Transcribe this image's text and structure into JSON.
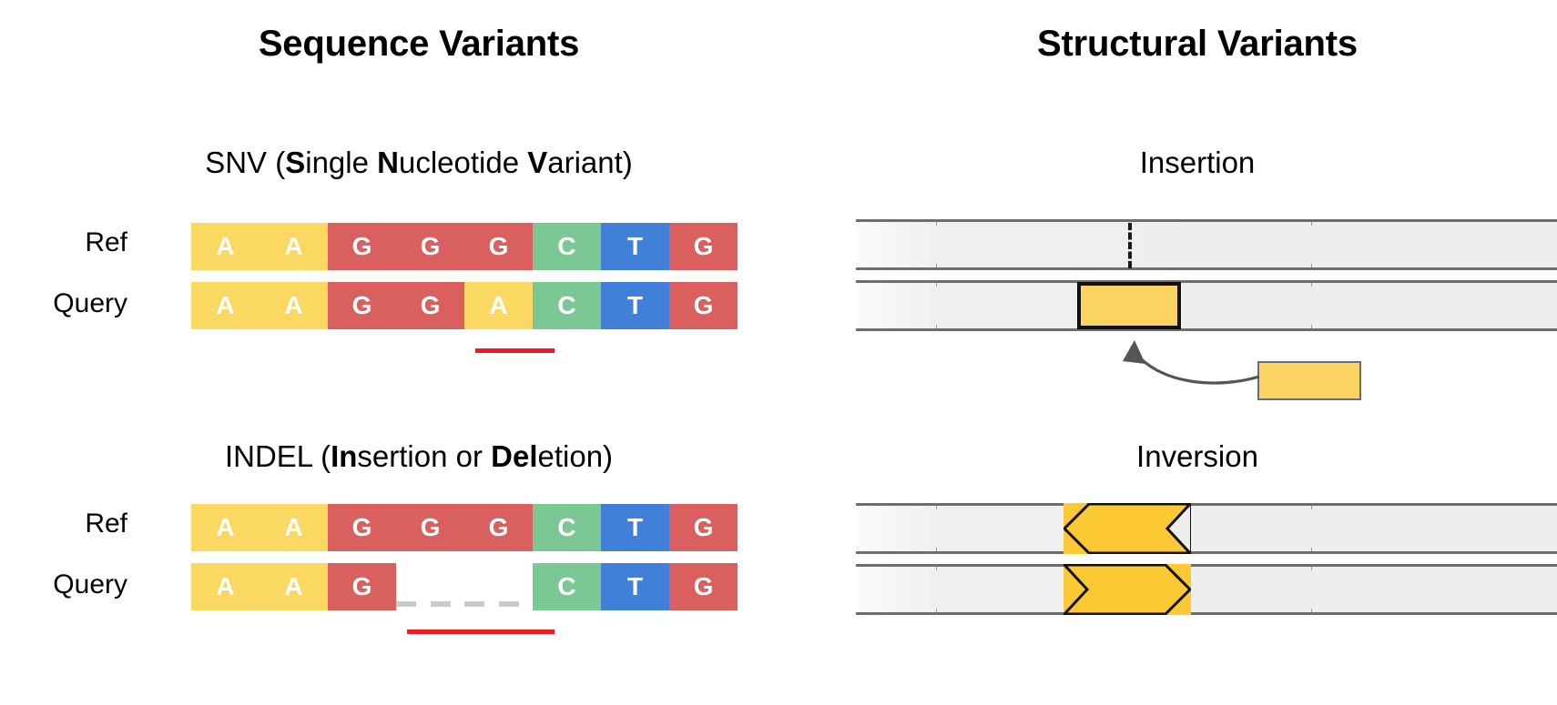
{
  "headings": {
    "sequence_variants": "Sequence Variants",
    "structural_variants": "Structural Variants"
  },
  "panels": {
    "snv": {
      "title_plain_1": "SNV (",
      "title_bold_s": "S",
      "title_plain_2": "ingle ",
      "title_bold_n": "N",
      "title_plain_3": "ucleotide ",
      "title_bold_v": "V",
      "title_plain_4": "ariant)",
      "ref_label": "Ref",
      "query_label": "Query",
      "ref_bases": [
        "A",
        "A",
        "G",
        "G",
        "G",
        "C",
        "T",
        "G"
      ],
      "query_bases": [
        "A",
        "A",
        "G",
        "G",
        "A",
        "C",
        "T",
        "G"
      ],
      "variant_index": 4,
      "underline_color": "#ee1b22"
    },
    "indel": {
      "title_plain_1": "INDEL (",
      "title_bold_in": "In",
      "title_plain_2": "sertion or ",
      "title_bold_del": "Del",
      "title_plain_3": "etion)",
      "ref_label": "Ref",
      "query_label": "Query",
      "ref_bases": [
        "A",
        "A",
        "G",
        "G",
        "G",
        "C",
        "T",
        "G"
      ],
      "query_bases": [
        "A",
        "A",
        "G",
        "-",
        "-",
        "C",
        "T",
        "G"
      ],
      "deleted_indices": [
        3,
        4
      ],
      "underline_color": "#ee1b22"
    },
    "insertion": {
      "title": "Insertion",
      "ref_track_label": "reference track",
      "query_track_label": "query track",
      "inserted_block_label": "inserted segment",
      "donor_block_label": "donor segment"
    },
    "inversion": {
      "title": "Inversion",
      "ref_track_label": "reference track",
      "query_track_label": "query track",
      "ref_arrow_direction": "left",
      "query_arrow_direction": "right"
    }
  },
  "colors": {
    "base_A": "#FBD862",
    "base_G": "#D9605E",
    "base_C": "#7CC894",
    "base_T": "#4080D8",
    "variant_marker": "#ee1b22",
    "gap_dash": "#c9c9c9",
    "track_border": "#6d6d6d",
    "track_fill": "#eeeeee",
    "sv_block": "#FCD462",
    "sv_arrow": "#FCC934",
    "sv_outline": "#111111",
    "arrow_gray": "#555555"
  }
}
